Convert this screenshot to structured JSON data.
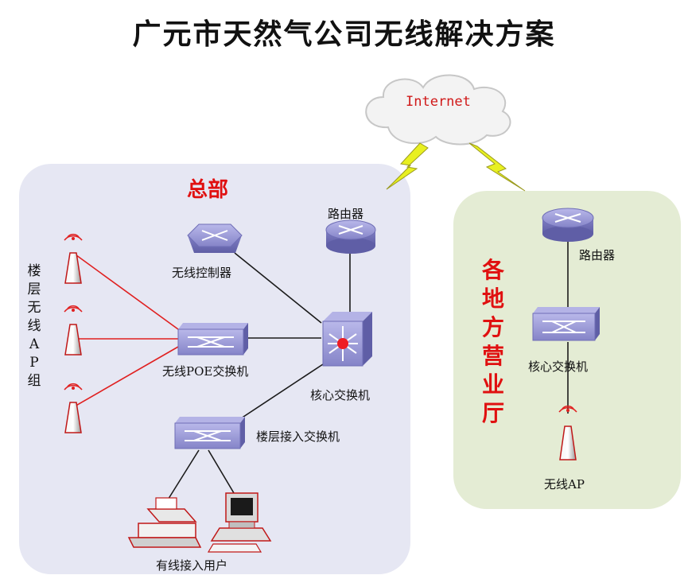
{
  "title": "广元市天然气公司无线解决方案",
  "cloud": {
    "label": "Internet"
  },
  "regions": {
    "hq": {
      "label": "总部"
    },
    "branch": {
      "label": "各地方营业厅"
    }
  },
  "hq_nodes": {
    "router": "路由器",
    "wireless_controller": "无线控制器",
    "poe_switch": "无线POE交换机",
    "core_switch": "核心交换机",
    "floor_switch": "楼层接入交换机",
    "wired_users": "有线接入用户",
    "ap_group": "楼层无线AP组"
  },
  "branch_nodes": {
    "router": "路由器",
    "core_switch": "核心交换机",
    "wireless_ap": "无线AP"
  },
  "colors": {
    "hq_bg": "#e6e7f3",
    "branch_bg": "#e4ecd4",
    "region_label": "#e01010",
    "ap_link": "#e02020",
    "device_purple": "#8f8ed0",
    "lightning": "#e8f020"
  }
}
